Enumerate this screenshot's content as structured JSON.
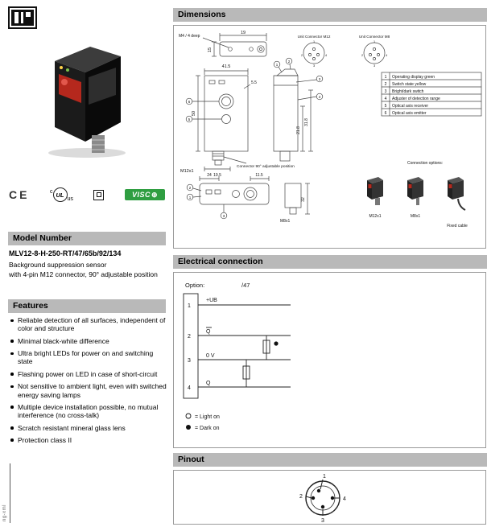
{
  "meta": {
    "side_text": "ng-xml"
  },
  "colors": {
    "section_header_bg": "#b9b9b9",
    "visco_green": "#2f9e41",
    "lens_red": "#b5281d"
  },
  "certifications": {
    "ce": "CE",
    "ul_prefix": "c",
    "ul": "UL",
    "ul_suffix": "us",
    "visco_text": "VISC",
    "visco_symbol": "⊕"
  },
  "model_section": {
    "header": "Model Number",
    "model": "MLV12-8-H-250-RT/47/65b/92/134",
    "subtitle": "Background suppression sensor",
    "description": "with 4-pin M12 connector, 90° adjustable position"
  },
  "features_section": {
    "header": "Features",
    "items": [
      "Reliable detection of all surfaces, independent of color and structure",
      "Minimal black-white difference",
      "Ultra bright LEDs for power on and switching state",
      "Flashing power on LED in case of short-circuit",
      "Not sensitive to ambient light, even with switched energy saving lamps",
      "Multiple device installation possible, no mutual interference (no cross-talk)",
      "Scratch resistant mineral glass lens",
      "Protection class II"
    ]
  },
  "dimensions": {
    "header": "Dimensions",
    "labels": {
      "m4_deep": "M4 / 4 deep",
      "dim_19": "19",
      "dim_15": "15",
      "dim_41_5": "41.5",
      "dim_50": "50",
      "dim_5_5": "5.5",
      "dim_19_5": "19.5",
      "m12x1": "M12x1",
      "connector_note": "Connector 90° adjustable position",
      "unit_connector_m12": "Unit Connector M12",
      "unit_connector_m8": "Unit Connector M8",
      "dim_21_8": "21.8",
      "dim_31_8": "31.8",
      "dim_24": "24",
      "dim_11_5": "11.5",
      "dim_32": "32",
      "m8x1": "M8x1"
    },
    "connector_pins": [
      "1",
      "2",
      "3",
      "4"
    ],
    "legend_numbers": [
      "1",
      "2",
      "3",
      "4",
      "5",
      "6"
    ],
    "legend": [
      "Operating display green",
      "Switch state yellow",
      "Bright/dark switch",
      "Adjuster of detection range",
      "Optical axis receiver",
      "Optical axis emitter"
    ],
    "connection_options": {
      "title": "Connection options:",
      "items": [
        "M12x1",
        "M8x1",
        "Fixed cable"
      ]
    }
  },
  "electrical": {
    "header": "Electrical connection",
    "option_label": "Option:",
    "option_value": "/47",
    "pins": [
      {
        "num": "1",
        "label": "+UB"
      },
      {
        "num": "2",
        "label": "Q"
      },
      {
        "num": "3",
        "label": "0 V"
      },
      {
        "num": "4",
        "label": "Q"
      }
    ],
    "legend": [
      {
        "text": "= Light on"
      },
      {
        "text": "= Dark on"
      }
    ]
  },
  "pinout": {
    "header": "Pinout",
    "pins": [
      "1",
      "2",
      "3",
      "4"
    ]
  }
}
